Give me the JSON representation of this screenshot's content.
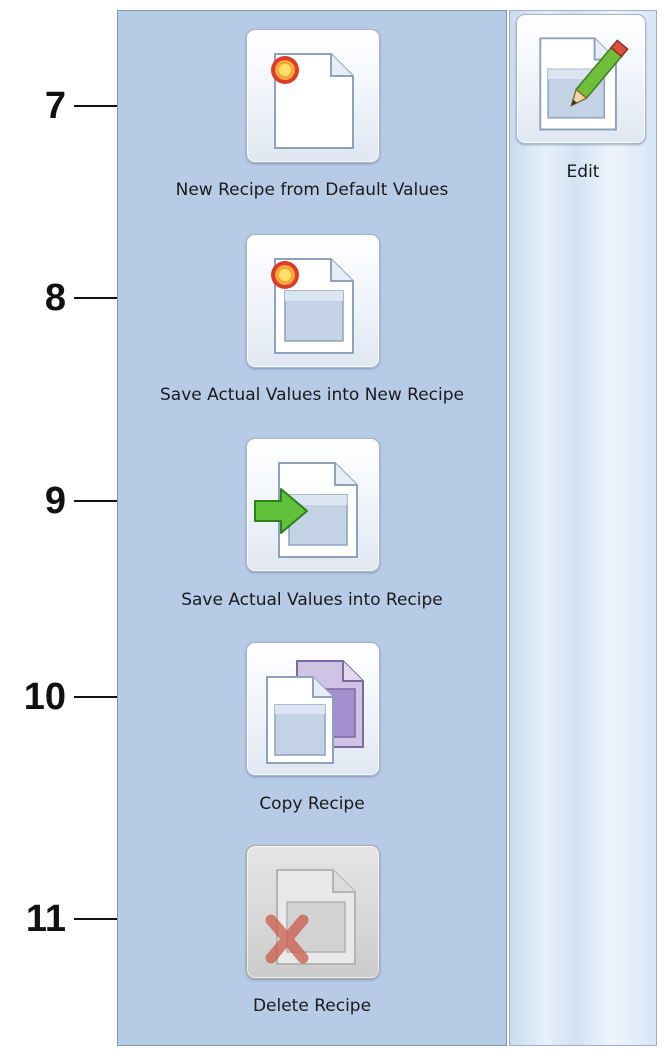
{
  "callouts": [
    "7",
    "8",
    "9",
    "10",
    "11"
  ],
  "actions": [
    {
      "label": "New Recipe from Default Values",
      "icon": "new-document-icon"
    },
    {
      "label": "Save Actual Values into New Recipe",
      "icon": "save-new-recipe-icon"
    },
    {
      "label": "Save Actual Values into Recipe",
      "icon": "save-recipe-icon"
    },
    {
      "label": "Copy Recipe",
      "icon": "copy-documents-icon"
    },
    {
      "label": "Delete Recipe",
      "icon": "delete-document-icon",
      "disabled": true
    }
  ],
  "edit": {
    "label": "Edit",
    "icon": "edit-pencil-icon"
  },
  "colors": {
    "panel": "#b7cbe7",
    "accent_green": "#5fc23a",
    "delete_red": "#c95a4a"
  }
}
